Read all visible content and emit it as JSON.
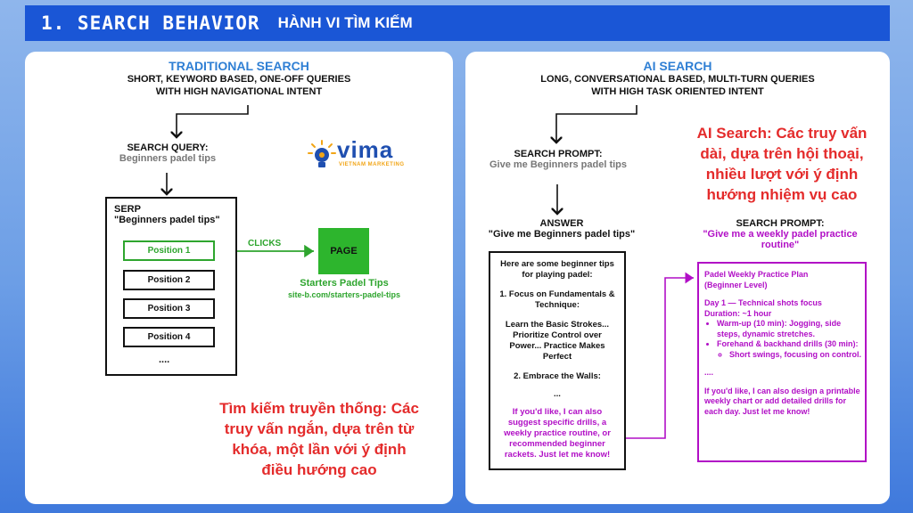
{
  "header": {
    "section": "1. SEARCH BEHAVIOR",
    "section_vn": "HÀNH VI TÌM KIẾM"
  },
  "traditional": {
    "title": "TRADITIONAL SEARCH",
    "subtitle_line1": "SHORT, KEYWORD BASED, ONE-OFF QUERIES",
    "subtitle_line2": "WITH HIGH NAVIGATIONAL INTENT",
    "query_label": "SEARCH QUERY:",
    "query_value": "Beginners padel tips",
    "serp_title": "SERP",
    "serp_query": "\"Beginners padel tips\"",
    "positions": [
      "Position 1",
      "Position 2",
      "Position 3",
      "Position 4"
    ],
    "more": "....",
    "clicks": "CLICKS",
    "page_label": "PAGE",
    "page_title": "Starters Padel Tips",
    "page_url": "site-b.com/starters-padel-tips",
    "logo_text": "vima",
    "logo_tagline": "VIETNAM MARKETING",
    "note_vn_1": "Tìm kiếm truyền thống: Các",
    "note_vn_2": "truy vấn ngắn, dựa trên từ",
    "note_vn_3": "khóa, một lần với ý định",
    "note_vn_4": "điều hướng cao"
  },
  "ai": {
    "title": "AI SEARCH",
    "subtitle_line1": "LONG, CONVERSATIONAL BASED, MULTI-TURN QUERIES",
    "subtitle_line2": "WITH HIGH TASK ORIENTED INTENT",
    "prompt_label": "SEARCH PROMPT:",
    "prompt_value": "Give me Beginners padel tips",
    "answer_label": "ANSWER",
    "answer_value": "\"Give me Beginners padel tips\"",
    "answer_intro_1": "Here are some beginner tips",
    "answer_intro_2": "for playing padel:",
    "answer_point1_1": "1. Focus on Fundamentals &",
    "answer_point1_2": "Technique:",
    "answer_detail_1": "Learn the Basic Strokes...",
    "answer_detail_2": "Prioritize Control over",
    "answer_detail_3": "Power... Practice Makes",
    "answer_detail_4": "Perfect",
    "answer_point2": "2. Embrace the Walls:",
    "answer_more": "...",
    "answer_followup_1": "If you'd like, I can also",
    "answer_followup_2": "suggest specific drills, a",
    "answer_followup_3": "weekly practice routine, or",
    "answer_followup_4": "recommended beginner",
    "answer_followup_5": "rackets. Just let me know!",
    "note_vn_1": "AI Search: Các truy vấn",
    "note_vn_2": "dài, dựa trên hội thoại,",
    "note_vn_3": "nhiều lượt với ý định",
    "note_vn_4": "hướng nhiệm vụ cao",
    "prompt2_label": "SEARCH PROMPT:",
    "prompt2_value_1": "\"Give me a weekly padel practice",
    "prompt2_value_2": "routine\"",
    "plan_title_1": "Padel Weekly Practice Plan",
    "plan_title_2": "(Beginner Level)",
    "plan_day": "Day 1 — Technical shots focus",
    "plan_duration": "Duration: ~1 hour",
    "plan_item1": "Warm-up (10 min): Jogging, side steps, dynamic stretches.",
    "plan_item2": "Forehand & backhand drills (30 min):",
    "plan_subitem": "Short swings, focusing on control.",
    "plan_more": "....",
    "plan_followup": "If you'd like, I can also design a printable weekly chart or add detailed drills for each day. Just let me know!"
  },
  "colors": {
    "header_bg": "#1a56d6",
    "title_blue": "#2f7fd4",
    "green": "#2ea52e",
    "purple": "#b10fc6",
    "red": "#e42b2b"
  }
}
